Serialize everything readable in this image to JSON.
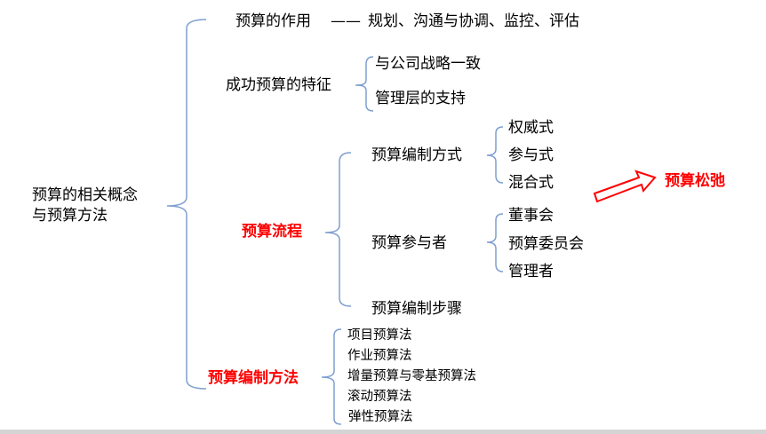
{
  "root": "预算的相关概念\n与预算方法",
  "root_lines": [
    "预算的相关概念",
    "与预算方法"
  ],
  "role": {
    "label": "预算的作用",
    "dash": "——",
    "value": "规划、沟通与协调、监控、评估"
  },
  "success": {
    "label": "成功预算的特征",
    "items": [
      "与公司战略一致",
      "管理层的支持"
    ]
  },
  "process": {
    "label": "预算流程",
    "methods_label": "预算编制方式",
    "methods": [
      "权威式",
      "参与式",
      "混合式"
    ],
    "participants_label": "预算参与者",
    "participants": [
      "董事会",
      "预算委员会",
      "管理者"
    ],
    "steps_label": "预算编制步骤"
  },
  "slack": "预算松弛",
  "compile": {
    "label": "预算编制方法",
    "items": [
      "项目预算法",
      "作业预算法",
      "增量预算与零基预算法",
      "滚动预算法",
      "弹性预算法"
    ]
  },
  "colors": {
    "bracket": "#6a8fc7",
    "accent": "#ff0000"
  }
}
